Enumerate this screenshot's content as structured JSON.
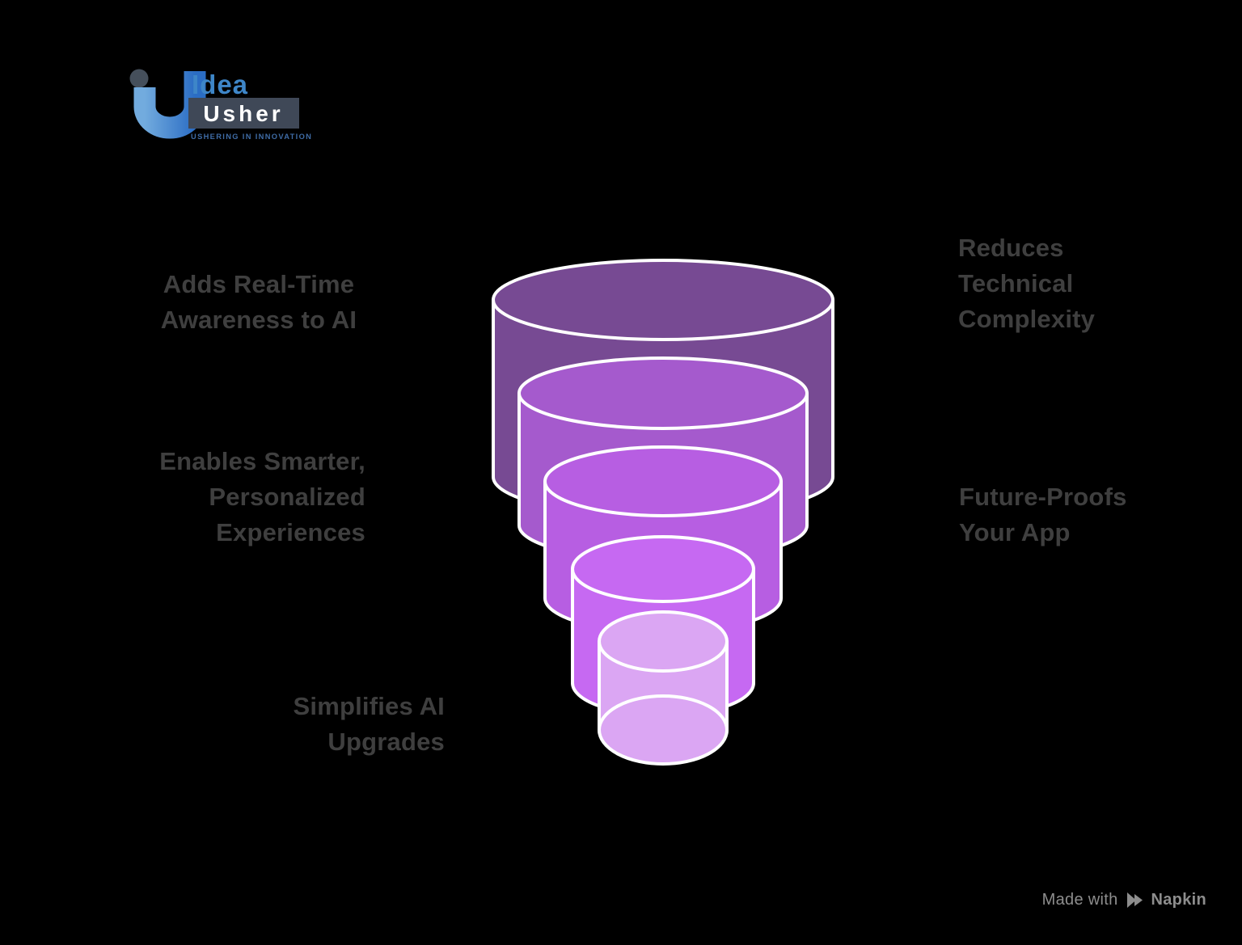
{
  "logo": {
    "brand_top": "Idea",
    "brand_bottom": "Usher",
    "tagline": "USHERING IN INNOVATION",
    "colors": {
      "mark_blue_light": "#72abde",
      "mark_blue_dark": "#2b6dc4",
      "dot_slate": "#454f5b",
      "idea_blue": "#3e86c8",
      "usher_box": "#3f4857",
      "usher_text": "#ffffff",
      "tagline_blue": "#3f6ca6"
    }
  },
  "labels": {
    "adds": {
      "lines": [
        "Adds Real-Time",
        "Awareness to AI"
      ]
    },
    "enables": {
      "lines": [
        "Enables Smarter,",
        "Personalized",
        "Experiences"
      ]
    },
    "simplifies": {
      "lines": [
        "Simplifies AI",
        "Upgrades"
      ]
    },
    "reduces": {
      "lines": [
        "Reduces",
        "Technical",
        "Complexity"
      ]
    },
    "future": {
      "lines": [
        "Future-Proofs",
        "Your App"
      ]
    }
  },
  "label_color": "#3f3f3f",
  "funnel": {
    "stroke": "#ffffff",
    "layer_colors": [
      "#774a93",
      "#a55acd",
      "#b75ee2",
      "#c669f2",
      "#dba6f3"
    ]
  },
  "footer": {
    "made_with": "Made with",
    "brand": "Napkin",
    "color": "#8d8d8d"
  }
}
